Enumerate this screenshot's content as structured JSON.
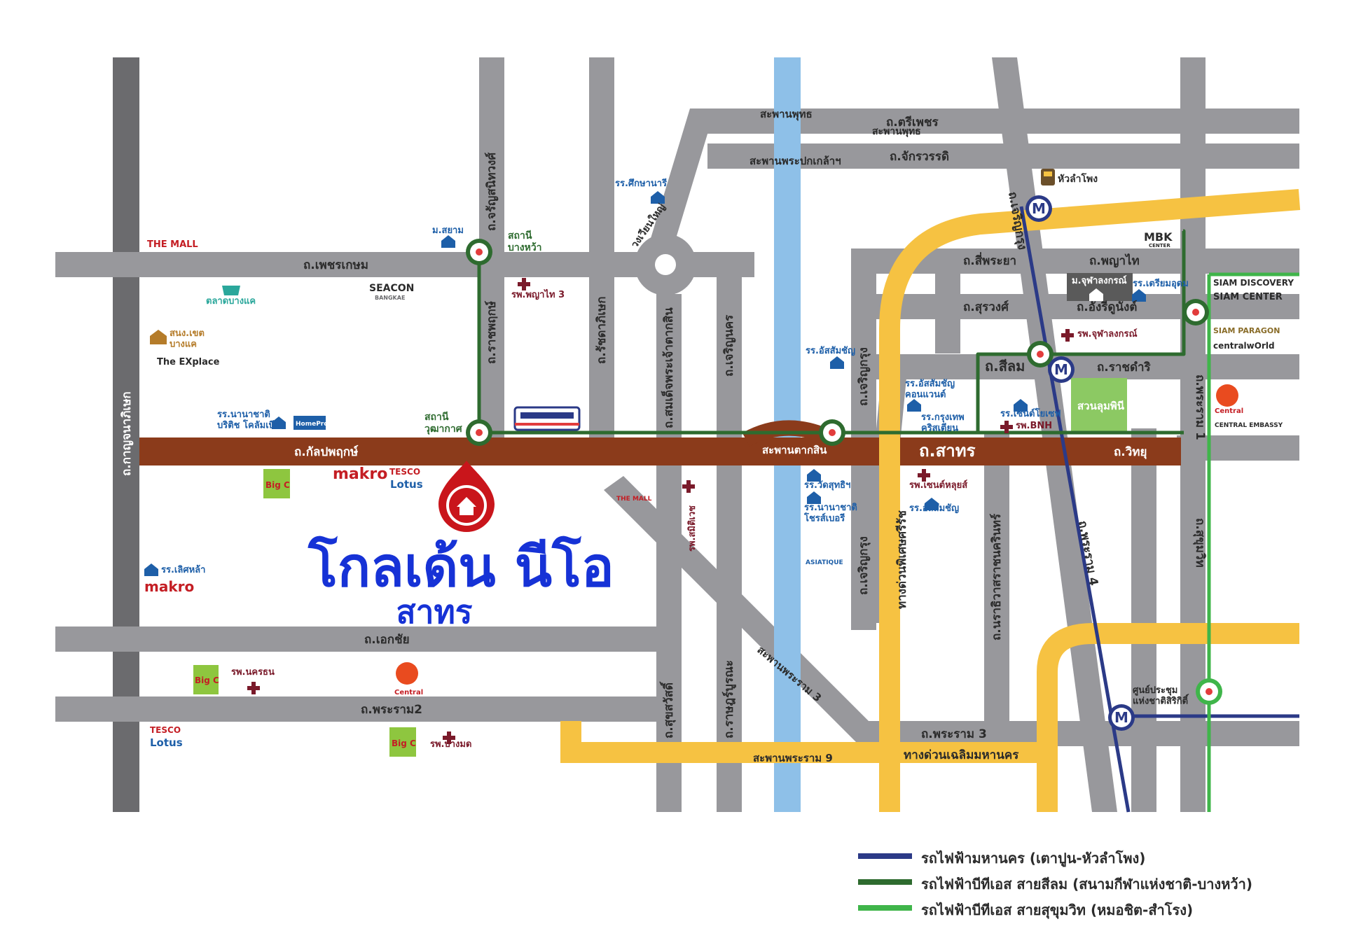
{
  "project": {
    "name": "โกลเด้น นีโอ",
    "area": "สาทร"
  },
  "roads": {
    "charansanitwong": "ถ.กาญจนาภิเษก",
    "phetkasem": "ถ.เพชรเกษม",
    "kanlapaphruek": "ถ.กัลปพฤกษ์",
    "ekkachai": "ถ.เอกชัย",
    "rama2": "ถ.พระราม2",
    "ratchaphruek": "ถ.ราชพฤกษ์",
    "charansanit13": "ถ.จรัญสนิทวงศ์",
    "ratchada_tha": "ถ.รัชดาภิเษก",
    "taksin": "ถ.สมเด็จพระเจ้าตากสิน",
    "charoen_nakhon": "ถ.เจริญนคร",
    "suksawat": "ถ.สุขสวัสดิ์",
    "rat_burana": "ถ.ราษฎร์บูรณะ",
    "tri_phet": "ถ.ตรีเพชร",
    "chakrawat": "ถ.จักรวรรดิ",
    "charoen_krung_top": "ถ.เจริญกรุง",
    "charoen_krung_1": "ถ.เจริญกรุง",
    "charoen_krung_2": "ถ.เจริญกรุง",
    "si_phraya": "ถ.สี่พระยา",
    "phaya_thai": "ถ.พญาไท",
    "surawong": "ถ.สุรวงศ์",
    "henri_dunant": "ถ.อังรีดูนังต์",
    "silom": "ถ.สีลม",
    "ratchadamri": "ถ.ราชดำริ",
    "sathon": "ถ.สาทร",
    "witthayu": "ถ.วิทยุ",
    "rama4": "ถ.พระราม 4",
    "rama1": "ถ.พระราม 1",
    "sukhumvit": "ถ.สุขุมวิท",
    "narathiwat": "ถ.นราธิวาสราชนครินทร์",
    "rama3": "ถ.พระราม 3",
    "expressway_si_rat": "ทางด่วนพิเศษศรีรัช",
    "expressway_chaloem": "ทางด่วนเฉลิมมหานคร",
    "bridge_phut": "สะพานพุทธ",
    "bridge_pokklao": "สะพานพระปกเกล้าฯ",
    "bridge_taksin": "สะพานตากสิน",
    "bridge_rama3": "สะพานพระราม 3",
    "bridge_rama9": "สะพานพระราม 9",
    "wongwian_yai": "วงเวียนใหญ่"
  },
  "stations": {
    "bang_wa": "สถานี\nบางหว้า",
    "wutthakat": "สถานี\nวุฒากาศ",
    "hua_lamphong": "หัวลำโพง"
  },
  "places": {
    "the_mall_1": "THE MALL",
    "the_mall_2": "THE MALL",
    "talat_bangkhae": "ตลาดบางแค",
    "seacon": "SEACON",
    "seacon_sub": "BANGKAE",
    "district_office": "สนง.เขต\nบางแค",
    "the_explace": "The EXplace",
    "siam_univ": "ม.สยาม",
    "phyathai3": "รพ.พญาไท 3",
    "british_school": "รร.นานาชาติ\nบริติช โคลัมเบีย",
    "homepro": "HomePro",
    "makro_1": "makro",
    "tesco_1_top": "TESCO",
    "tesco_1_bottom": "Lotus",
    "bigc": "Big C",
    "sisuksa": "รร.ศึกษานารี",
    "assumption": "รร.อัสสัมชัญ",
    "assumption_convent": "รร.อัสสัมชัญ\nคอนแวนต์",
    "bangkok_christian": "รร.กรุงเทพ\nคริสเตียน",
    "st_joseph": "รร.เซนต์โยเซฟ",
    "bnh": "รพ.BNH",
    "chula_univ": "ม.จุฬาลงกรณ์",
    "triam": "รร.เตรียมอุดม",
    "chula_hosp": "รพ.จุฬาลงกรณ์",
    "lumphini": "สวนลุมพินี",
    "mbk": "MBK",
    "mbk_sub": "CENTER",
    "siam_discovery": "SIAM DISCOVERY",
    "siam_center": "SIAM CENTER",
    "siam_paragon": "SIAM PARAGON",
    "central_world": "centralwOrld",
    "central_embassy": "CENTRAL EMBASSY",
    "central_chidlom": "Central",
    "wat_suthi": "รร.วัดสุทธิฯ",
    "st_dominic": "รร.นานาชาติ\nโชรส์เบอรี",
    "assumption2": "รร.อัสสัมชัญ",
    "st_louis": "รพ.เซนต์หลุยส์",
    "asiatique": "ASIATIQUE",
    "samitivej": "รพ.สมิติเวช",
    "loetla": "รร.เลิศหล้า",
    "makro_2": "makro",
    "nakhon_hosp": "รพ.นครธน",
    "central_rama2": "Central",
    "tesco_2_top": "TESCO",
    "tesco_2_bottom": "Lotus",
    "bangmod": "รพ.บางมด",
    "qsncc": "ศูนย์ประชุม\nแห่งชาติสิริกิติ์"
  },
  "legend": [
    {
      "label": "รถไฟฟ้ามหานคร (เตาปูน-หัวลำโพง)",
      "color": "#2b3a87"
    },
    {
      "label": "รถไฟฟ้าบีทีเอส สายสีลม (สนามกีฬาแห่งชาติ-บางหว้า)",
      "color": "#2e6b2f"
    },
    {
      "label": "รถไฟฟ้าบีทีเอส สายสุขุมวิท (หมอชิต-สำโรง)",
      "color": "#3fb54a"
    }
  ],
  "colors": {
    "road": "#98989c",
    "road_dark": "#6b6b6e",
    "main_road": "#8b3b1b",
    "river": "#8ec0e8",
    "expressway": "#f6c242",
    "park": "#8cc963",
    "mrt": "#2b3a87",
    "bts_silom": "#2e6b2f",
    "bts_sukhumvit": "#3fb54a",
    "title": "#1632d6",
    "hospital": "#7a1a2a",
    "school": "#1e5fa8",
    "label_dark": "#2b2b2b"
  }
}
